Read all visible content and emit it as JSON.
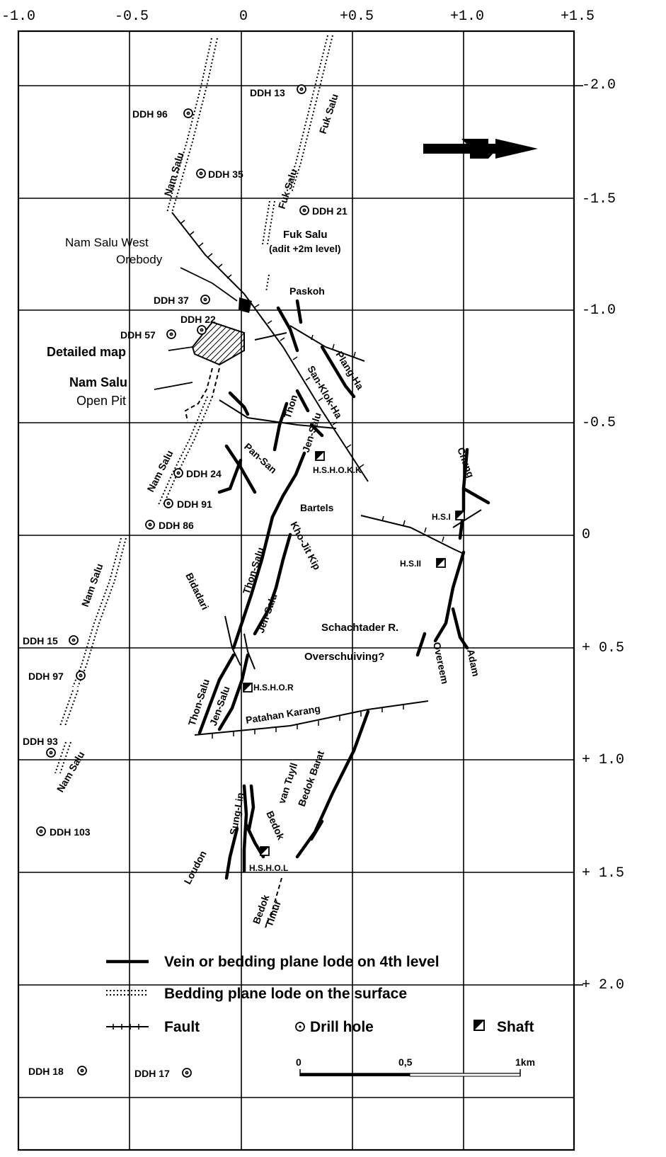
{
  "axes": {
    "top": [
      "-1.0",
      "-0.5",
      "0",
      "+0.5",
      "+1.0",
      "+1.5"
    ],
    "right": [
      "-2.0",
      "-1.5",
      "-1.0",
      "-0.5",
      "0",
      "+ 0.5",
      "+ 1.0",
      "+ 1.5",
      "+ 2.0"
    ]
  },
  "drill_holes": [
    {
      "label": "DDH 13",
      "id": "ddh-13"
    },
    {
      "label": "DDH 96",
      "id": "ddh-96"
    },
    {
      "label": "DDH 35",
      "id": "ddh-35"
    },
    {
      "label": "DDH 21",
      "id": "ddh-21"
    },
    {
      "label": "DDH 37",
      "id": "ddh-37"
    },
    {
      "label": "DDH 22",
      "id": "ddh-22"
    },
    {
      "label": "DDH 57",
      "id": "ddh-57"
    },
    {
      "label": "DDH 24",
      "id": "ddh-24"
    },
    {
      "label": "DDH 91",
      "id": "ddh-91"
    },
    {
      "label": "DDH 86",
      "id": "ddh-86"
    },
    {
      "label": "DDH 15",
      "id": "ddh-15"
    },
    {
      "label": "DDH 97",
      "id": "ddh-97"
    },
    {
      "label": "DDH 93",
      "id": "ddh-93"
    },
    {
      "label": "DDH 103",
      "id": "ddh-103"
    },
    {
      "label": "DDH 18",
      "id": "ddh-18"
    },
    {
      "label": "DDH 17",
      "id": "ddh-17"
    }
  ],
  "labels": {
    "nam_salu_1": "Nam Salu",
    "nam_salu_2": "Nam Salu",
    "nam_salu_3": "Nam Salu",
    "nam_salu_4": "Nam Salu",
    "fuk_salu_1": "Fuk Salu",
    "fuk_salu_2": "Fuk Salu",
    "fuk_salu_adit_1": "Fuk Salu",
    "fuk_salu_adit_2": "(adit +2m level)",
    "nsw_1": "Nam Salu West",
    "nsw_2": "Orebody",
    "detailed_map": "Detailed map",
    "open_pit_1": "Nam Salu",
    "open_pit_2": "Open Pit",
    "paskoh": "Paskoh",
    "plang_ha": "Plang-Ha",
    "san_klok_ha": "San-Klok-Ha",
    "thon": "Thon",
    "jen_salu_top": "Jen-Salu",
    "pan_san": "Pan-San",
    "hshokk": "H.S.H.O.K.K",
    "chung": "Chung",
    "hs1": "H.S.I",
    "hs2": "H.S.II",
    "bartels": "Bartels",
    "kho_jit_kip": "Kho-Jit Kip",
    "thon_salu_mid": "Thon-Salu",
    "jen_salu_mid": "Jen-Salu",
    "bidadari": "Bidadari",
    "schachtader": "Schachtader R.",
    "overschuiving": "Overschuiving?",
    "overeem": "Overeem",
    "adam": "Adam",
    "thon_salu_low": "Thon-Salu",
    "jen_salu_low": "Jen-Salu",
    "hshor": "H.S.H.O.R",
    "patahan_karang": "Patahan Karang",
    "bedok_barat": "Bedok Barat",
    "van_tuyll": "van Tuyll",
    "sung_lin": "Sung-Lin",
    "bedok": "Bedok",
    "loudon": "Loudon",
    "hshol": "H.S.H.O.L",
    "bedok_timur_1": "Bedok",
    "bedok_timur_2": "Timur"
  },
  "legend": {
    "vein": "Vein or bedding plane lode on 4th level",
    "bedding": "Bedding plane lode on the surface",
    "fault": "Fault",
    "drill_hole": "Drill hole",
    "shaft": "Shaft"
  },
  "scale": {
    "zero": "0",
    "mid": "0,5",
    "end": "1km"
  }
}
